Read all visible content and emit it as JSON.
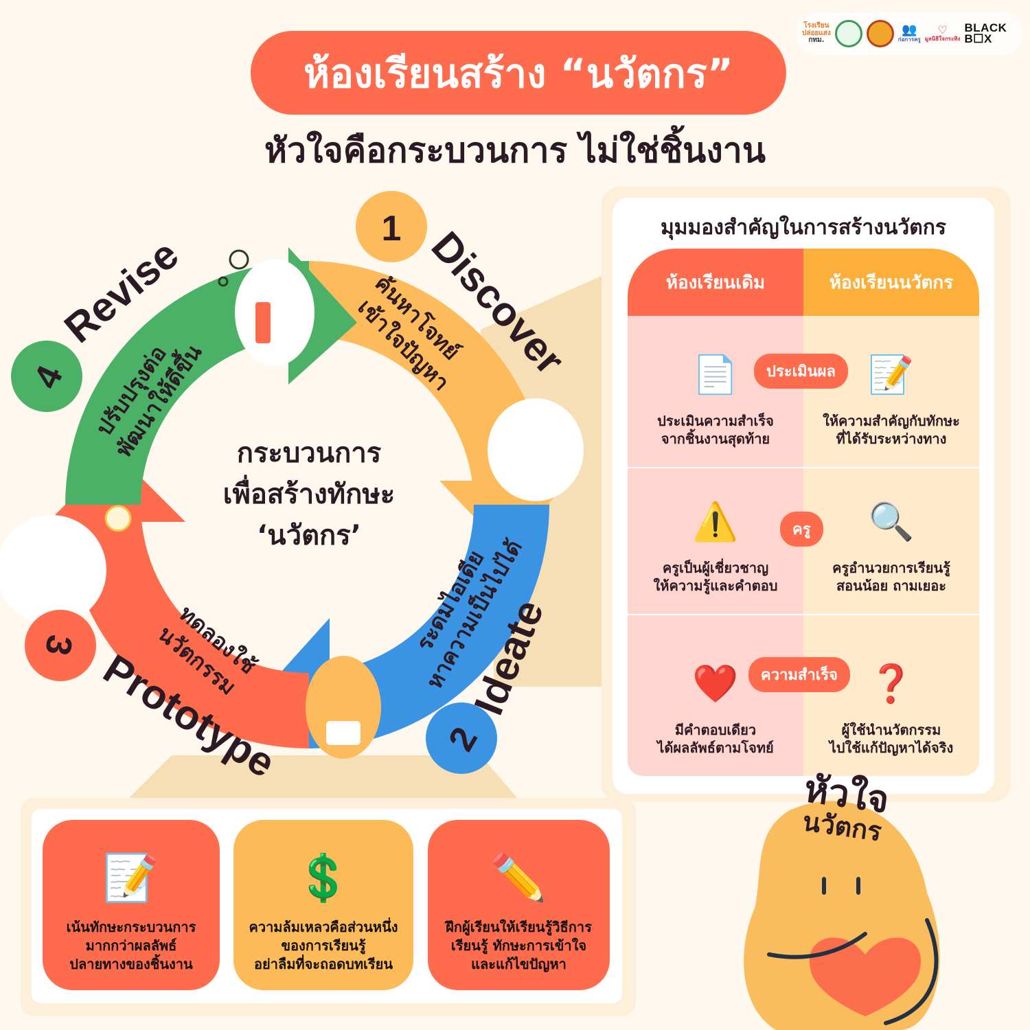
{
  "logos": {
    "items": [
      {
        "name": "โรงเรียนปล่อยแสง กทม.",
        "lines": [
          "โรงเรียน",
          "ปล่อยแสง",
          "กทม."
        ]
      },
      {
        "name": "bangkok-seal"
      },
      {
        "name": "dharma-wheel-seal"
      },
      {
        "name": "ก่อการครู",
        "label": "ก่อการครู"
      },
      {
        "name": "มูลนิธิใจกระทิง",
        "label": "มูลนิธิใจกระทิง"
      },
      {
        "name": "BLACK BOX",
        "lines": [
          "BLACK",
          "B☐X"
        ]
      }
    ]
  },
  "header": {
    "title": "ห้องเรียนสร้าง “นวัตกร”",
    "subtitle": "หัวใจคือกระบวนการ ไม่ใช่ชิ้นงาน"
  },
  "cycle": {
    "center": [
      "กระบวนการ",
      "เพื่อสร้างทักษะ",
      "‘นวัตกร’"
    ],
    "steps": [
      {
        "number": "1",
        "name": "Discover",
        "desc": [
          "ค้นหาโจทย์",
          "เข้าใจปัญหา"
        ],
        "color": "#fdbb5b"
      },
      {
        "number": "2",
        "name": "Ideate",
        "desc": [
          "ระดมไอเดีย",
          "หาความเป็นไปได้"
        ],
        "color": "#3a93e3"
      },
      {
        "number": "3",
        "name": "Prototype",
        "desc": [
          "ทดลองใช้",
          "นวัตกรรม"
        ],
        "color": "#fe6b4d"
      },
      {
        "number": "4",
        "name": "Revise",
        "desc": [
          "ปรับปรุงต่อ",
          "พัฒนาให้ดีขึ้น"
        ],
        "color": "#4bb166"
      }
    ]
  },
  "comparison": {
    "title": "มุมมองสำคัญในการสร้างนวัตกร",
    "columns": [
      "ห้องเรียนเดิม",
      "ห้องเรียนนวัตกร"
    ],
    "rows": [
      {
        "topic": "ประเมินผล",
        "traditional": [
          "ประเมินความสำเร็จ",
          "จากชิ้นงานสุดท้าย"
        ],
        "innovator": [
          "ให้ความสำคัญกับทักษะ",
          "ที่ได้รับระหว่างทาง"
        ],
        "icon_left": "certificate-icon",
        "icon_right": "pencil-paper-icon"
      },
      {
        "topic": "ครู",
        "traditional": [
          "ครูเป็นผู้เชี่ยวชาญ",
          "ให้ความรู้และคำตอบ"
        ],
        "innovator": [
          "ครูอำนวยการเรียนรู้",
          "สอนน้อย ถามเยอะ"
        ],
        "icon_left": "teacher-warning-icon",
        "icon_right": "magnifier-check-icon"
      },
      {
        "topic": "ความสำเร็จ",
        "traditional": [
          "มีคำตอบเดียว",
          "ได้ผลลัพธ์ตามโจทย์"
        ],
        "innovator": [
          "ผู้ใช้นำนวัตกรรม",
          "ไปใช้แก้ปัญหาได้จริง"
        ],
        "icon_left": "heart-money-icon",
        "icon_right": "question-exclaim-icon"
      }
    ]
  },
  "cards": [
    {
      "lines": [
        "เน้นทักษะกระบวนการ",
        "มากกว่าผลลัพธ์",
        "ปลายทางของชิ้นงาน"
      ],
      "icon": "📝"
    },
    {
      "lines": [
        "ความล้มเหลวคือส่วนหนึ่ง",
        "ของการเรียนรู้",
        "อย่าลืมที่จะถอดบทเรียน"
      ],
      "icon": "💲"
    },
    {
      "lines": [
        "ฝึกผู้เรียนให้เรียนรู้วิธีการ",
        "เรียนรู้ ทักษะการเข้าใจ",
        "และแก้ไขปัญหา"
      ],
      "icon": "✏️"
    }
  ],
  "mascot": {
    "line1": "หัวใจ",
    "line2": "นวัตกร"
  },
  "colors": {
    "background": "#fef8ef",
    "orange_red": "#fe6b4d",
    "orange": "#fdaf3c",
    "yellow": "#fdbb5b",
    "blue": "#3a93e3",
    "green": "#4bb166",
    "dark": "#2b1a24"
  }
}
